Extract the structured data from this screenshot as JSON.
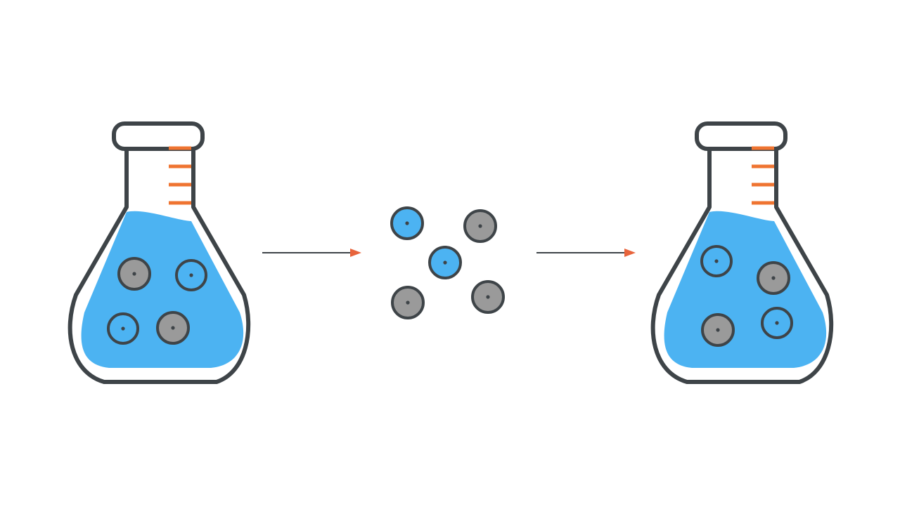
{
  "colors": {
    "background": "#ffffff",
    "outline": "#3e4448",
    "liquid": "#4cb3f2",
    "particle_gray": "#9a9a9a",
    "particle_blue": "#4cb3f2",
    "graduation": "#ef7431",
    "arrow_line": "#3e4448",
    "arrow_head": "#e8643c"
  },
  "icons": {
    "flask": "erlenmeyer-flask-icon",
    "particle": "particle-icon",
    "arrow": "arrow-right-icon"
  },
  "diagram": {
    "stages": [
      {
        "name": "flask-before",
        "particles": [
          {
            "kind": "gray"
          },
          {
            "kind": "blue"
          },
          {
            "kind": "blue"
          },
          {
            "kind": "gray"
          }
        ]
      },
      {
        "name": "separated-particles",
        "particles": [
          {
            "kind": "blue"
          },
          {
            "kind": "gray"
          },
          {
            "kind": "blue"
          },
          {
            "kind": "gray"
          },
          {
            "kind": "gray"
          }
        ]
      },
      {
        "name": "flask-after",
        "particles": [
          {
            "kind": "blue"
          },
          {
            "kind": "gray"
          },
          {
            "kind": "gray"
          },
          {
            "kind": "blue"
          }
        ]
      }
    ],
    "arrows": 2
  }
}
